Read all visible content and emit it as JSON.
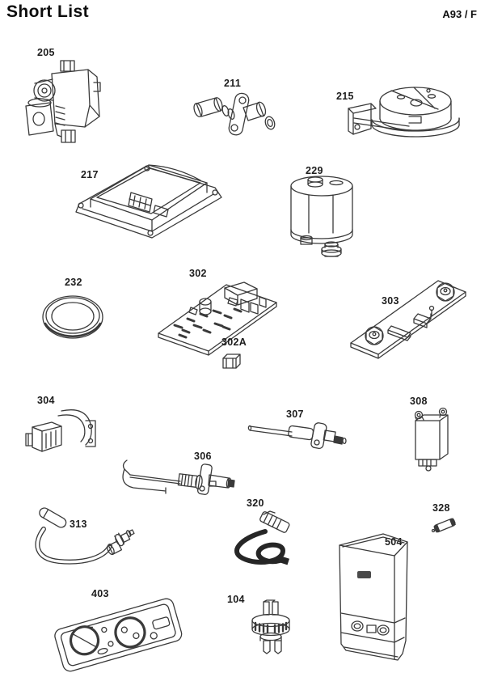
{
  "header": {
    "title": "Short List",
    "code": "A93 / F"
  },
  "ink_color": "#3a3a3a",
  "parts": [
    {
      "label": "205",
      "drawing": "gas-valve"
    },
    {
      "label": "211",
      "drawing": "injector-venturi"
    },
    {
      "label": "215",
      "drawing": "fan"
    },
    {
      "label": "217",
      "drawing": "burner-module"
    },
    {
      "label": "229",
      "drawing": "condensate-trap"
    },
    {
      "label": "232",
      "drawing": "seal-ring"
    },
    {
      "label": "302",
      "drawing": "main-pcb"
    },
    {
      "label": "302A",
      "drawing": "fuse-holder"
    },
    {
      "label": "303",
      "drawing": "control-board"
    },
    {
      "label": "304",
      "drawing": "mounting-clip"
    },
    {
      "label": "306",
      "drawing": "ignition-electrode"
    },
    {
      "label": "307",
      "drawing": "sensing-electrode"
    },
    {
      "label": "308",
      "drawing": "ignition-transformer"
    },
    {
      "label": "313",
      "drawing": "sensor-cable"
    },
    {
      "label": "320",
      "drawing": "ignition-cable"
    },
    {
      "label": "328",
      "drawing": "fuse"
    },
    {
      "label": "403",
      "drawing": "gasket-set"
    },
    {
      "label": "104",
      "drawing": "pressure-sensor"
    },
    {
      "label": "504",
      "drawing": "front-casing"
    }
  ]
}
